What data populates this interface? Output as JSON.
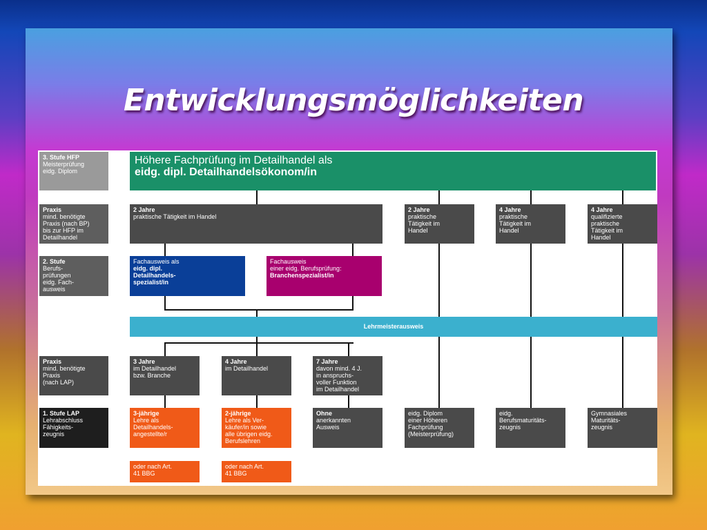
{
  "title": "Entwicklungsmöglichkeiten",
  "levels": {
    "hfp": {
      "head": "3. Stufe HFP",
      "body": "Meisterprüfung\neidg. Diplom"
    },
    "praxis_top": {
      "head": "Praxis",
      "body": "mind. benötigte\nPraxis (nach BP)\nbis zur HFP im\nDetailhandel"
    },
    "stufe2": {
      "head": "2. Stufe",
      "body": "Berufs-\nprüfungen\neidg. Fach-\nausweis"
    },
    "praxis_bottom": {
      "head": "Praxis",
      "body": "mind. benötigte\nPraxis\n(nach LAP)"
    },
    "stufe1": {
      "head": "1. Stufe LAP",
      "body": "Lehrabschluss\nFähigkeits-\nzeugnis"
    }
  },
  "hfp_box": {
    "line1": "Höhere Fachprüfung im Detailhandel als",
    "line2": "eidg. dipl. Detailhandelsökonom/in"
  },
  "praxis_row": {
    "main": {
      "head": "2 Jahre",
      "body": "praktische Tätigkeit im Handel"
    },
    "c4": {
      "head": "2 Jahre",
      "body": "praktische\nTätigkeit im\nHandel"
    },
    "c5": {
      "head": "4 Jahre",
      "body": "praktische\nTätigkeit im\nHandel"
    },
    "c6": {
      "head": "4 Jahre",
      "body": "qualifizierte\npraktische\nTätigkeit im\nHandel"
    }
  },
  "fachausweis": {
    "blue": {
      "line1": "Fachausweis als",
      "bold": "eidg. dipl.\nDetailhandels-\nspezialist/in"
    },
    "magenta": {
      "line1": "Fachausweis\neiner eidg. Berufsprüfung:",
      "bold": "Branchenspezialist/in"
    }
  },
  "lehrmeister": "Lehrmeisterausweis",
  "praxis_lap": {
    "c1": {
      "head": "3 Jahre",
      "body": "im Detailhandel\nbzw. Branche"
    },
    "c2": {
      "head": "4 Jahre",
      "body": "im Detailhandel"
    },
    "c3": {
      "head": "7 Jahre",
      "body": "davon mind. 4 J.\nin anspruchs-\nvoller Funktion\nim Detailhandel"
    }
  },
  "lap_row": {
    "c1": {
      "head": "3-jährige",
      "body": "Lehre als\nDetailhandels-\nangestellte/r"
    },
    "c2": {
      "head": "2-jährige",
      "body": "Lehre als Ver-\nkäufer/in sowie\nalle übrigen eidg.\nBerufslehren"
    },
    "c3": {
      "head": "Ohne",
      "body": "anerkannten\nAusweis"
    },
    "c4": {
      "body": "eidg. Diplom\neiner Höheren\nFachprüfung\n(Meisterprüfung)"
    },
    "c5": {
      "body": "eidg.\nBerufsmaturitäts-\nzeugnis"
    },
    "c6": {
      "body": "Gymnasiales\nMaturitäts-\nzeugnis"
    }
  },
  "art41": {
    "c1": "oder nach Art.\n41 BBG",
    "c2": "oder nach Art.\n41 BBG"
  }
}
